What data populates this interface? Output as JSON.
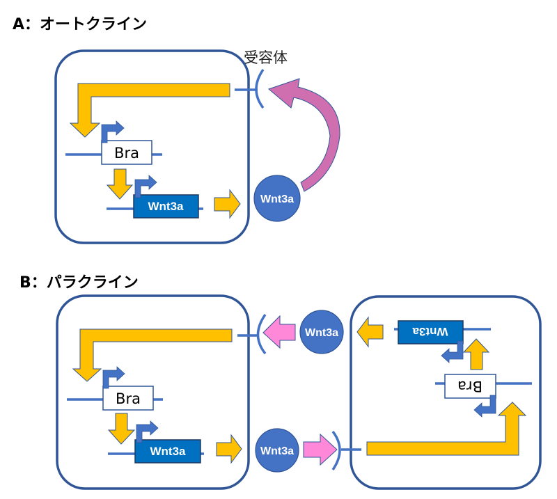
{
  "sections": {
    "a": {
      "title": "A：オートクライン",
      "receptor_label": "受容体"
    },
    "b": {
      "title": "B：パラクライン"
    }
  },
  "genes": {
    "bra": "Bra",
    "wnt3a": "Wnt3a"
  },
  "ligand": "Wnt3a",
  "colors": {
    "cell_border": "#2F5597",
    "signal_arrow": "#FFC000",
    "ligand_arrow": "#FF88D8",
    "ligand": "#4472C4",
    "wnt3a_gene": "#0070C0"
  }
}
